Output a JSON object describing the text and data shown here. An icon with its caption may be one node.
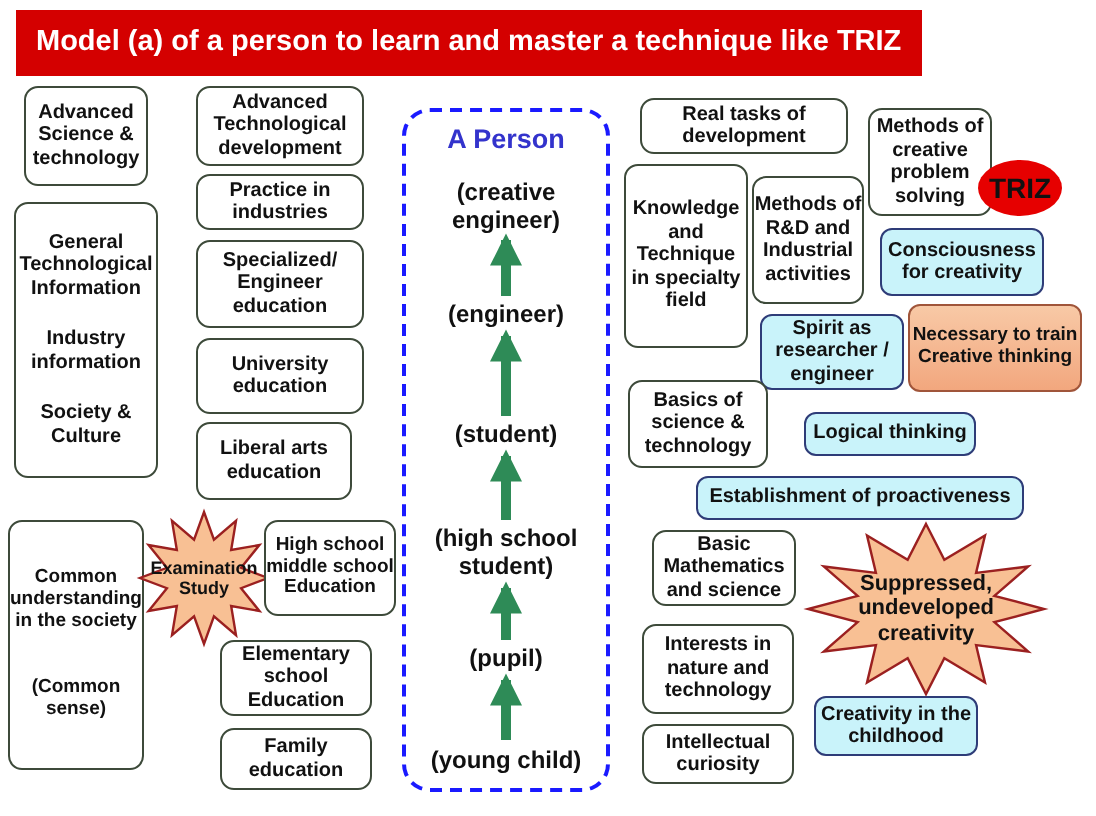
{
  "diagram": {
    "title": "Model (a) of a person to learn and master a technique like TRIZ",
    "nodes": [
      {
        "text": [
          "Advanced Science & technology"
        ]
      },
      {
        "text": [
          "General Technological Information",
          "Industry information",
          "Society & Culture"
        ]
      },
      {
        "text": [
          "Common understanding in the society",
          "(Common sense)"
        ]
      },
      {
        "text": [
          "Advanced Technological development"
        ]
      },
      {
        "text": [
          "Practice in industries"
        ]
      },
      {
        "text": [
          "Specialized/ Engineer education"
        ]
      },
      {
        "text": [
          "University education"
        ]
      },
      {
        "text": [
          "Liberal arts education"
        ]
      },
      {
        "text": [
          "Examination Study"
        ]
      },
      {
        "text": [
          "High school middle school Education"
        ]
      },
      {
        "text": [
          "Elementary school Education"
        ]
      },
      {
        "text": [
          "Family education"
        ]
      },
      {
        "text": [
          "A Person"
        ]
      },
      {
        "text": [
          "(creative engineer)"
        ],
        "in": 12
      },
      {
        "text": [
          "(engineer)"
        ],
        "in": 12
      },
      {
        "text": [
          "(student)"
        ],
        "in": 12
      },
      {
        "text": [
          "(high school student)"
        ],
        "in": 12
      },
      {
        "text": [
          "(pupil)"
        ],
        "in": 12
      },
      {
        "text": [
          "(young child)"
        ],
        "in": 12
      },
      {
        "text": [
          "Real tasks of development"
        ]
      },
      {
        "text": [
          "Knowledge and Technique in specialty field"
        ]
      },
      {
        "text": [
          "Methods of R&D and Industrial activities"
        ]
      },
      {
        "text": [
          "Methods of creative problem solving"
        ]
      },
      {
        "text": [
          "TRIZ"
        ]
      },
      {
        "text": [
          "Consciousness for creativity"
        ]
      },
      {
        "text": [
          "Spirit as researcher / engineer"
        ]
      },
      {
        "text": [
          "Necessary to train Creative thinking"
        ]
      },
      {
        "text": [
          "Basics of science & technology"
        ]
      },
      {
        "text": [
          "Logical thinking"
        ]
      },
      {
        "text": [
          "Establishment of proactiveness"
        ]
      },
      {
        "text": [
          "Basic Mathematics and science"
        ]
      },
      {
        "text": [
          "Suppressed, undeveloped creativity"
        ]
      },
      {
        "text": [
          "Interests in nature and technology"
        ]
      },
      {
        "text": [
          "Creativity in the childhood"
        ]
      },
      {
        "text": [
          "Intellectual curiosity"
        ]
      }
    ],
    "edges": [
      {
        "from": 18,
        "to": 17,
        "arrow": "to"
      },
      {
        "from": 17,
        "to": 16,
        "arrow": "to"
      },
      {
        "from": 16,
        "to": 15,
        "arrow": "to"
      },
      {
        "from": 15,
        "to": 14,
        "arrow": "to"
      },
      {
        "from": 14,
        "to": 13,
        "arrow": "to"
      }
    ]
  }
}
